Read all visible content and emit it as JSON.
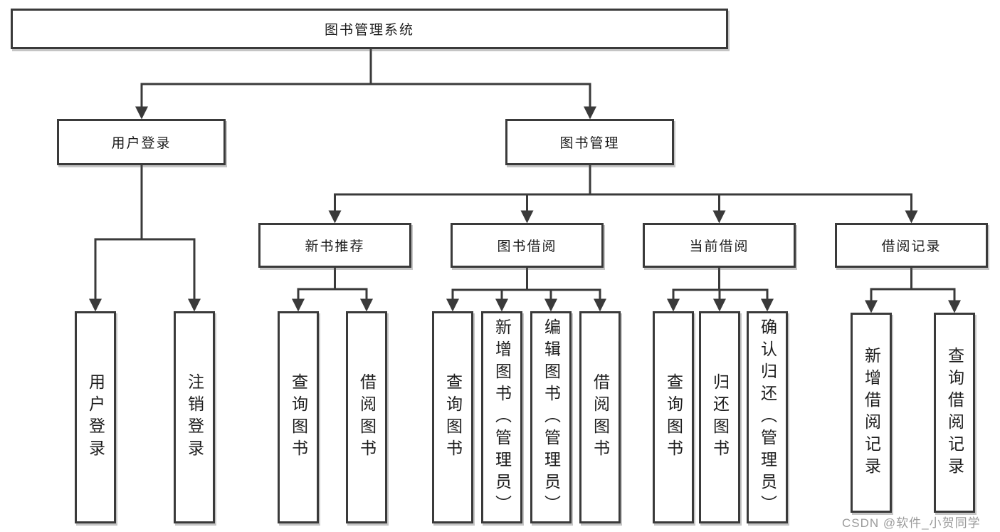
{
  "diagram": {
    "title": "图书管理系统",
    "watermark": "CSDN @软件_小贺同学",
    "colors": {
      "line": "#3a3a3a",
      "box_border": "#3a3a3a",
      "text": "#1d1d1d",
      "watermark_text": "#9a9a9a",
      "background": "#ffffff"
    },
    "level2": [
      {
        "label": "用户登录",
        "parent": "图书管理系统"
      },
      {
        "label": "图书管理",
        "parent": "图书管理系统"
      }
    ],
    "level3": [
      {
        "label": "新书推荐",
        "parent": "图书管理"
      },
      {
        "label": "图书借阅",
        "parent": "图书管理"
      },
      {
        "label": "当前借阅",
        "parent": "图书管理"
      },
      {
        "label": "借阅记录",
        "parent": "图书管理"
      }
    ],
    "leaves": [
      {
        "label": "用户登录",
        "parent": "用户登录"
      },
      {
        "label": "注销登录",
        "parent": "用户登录"
      },
      {
        "label": "查询图书",
        "parent": "新书推荐"
      },
      {
        "label": "借阅图书",
        "parent": "新书推荐"
      },
      {
        "label": "查询图书",
        "parent": "图书借阅"
      },
      {
        "label": "新增图书（管理员）",
        "parent": "图书借阅"
      },
      {
        "label": "编辑图书（管理员）",
        "parent": "图书借阅"
      },
      {
        "label": "借阅图书",
        "parent": "图书借阅"
      },
      {
        "label": "查询图书",
        "parent": "当前借阅"
      },
      {
        "label": "归还图书",
        "parent": "当前借阅"
      },
      {
        "label": "确认归还（管理员）",
        "parent": "当前借阅"
      },
      {
        "label": "新增借阅记录",
        "parent": "借阅记录"
      },
      {
        "label": "查询借阅记录",
        "parent": "借阅记录"
      }
    ]
  }
}
